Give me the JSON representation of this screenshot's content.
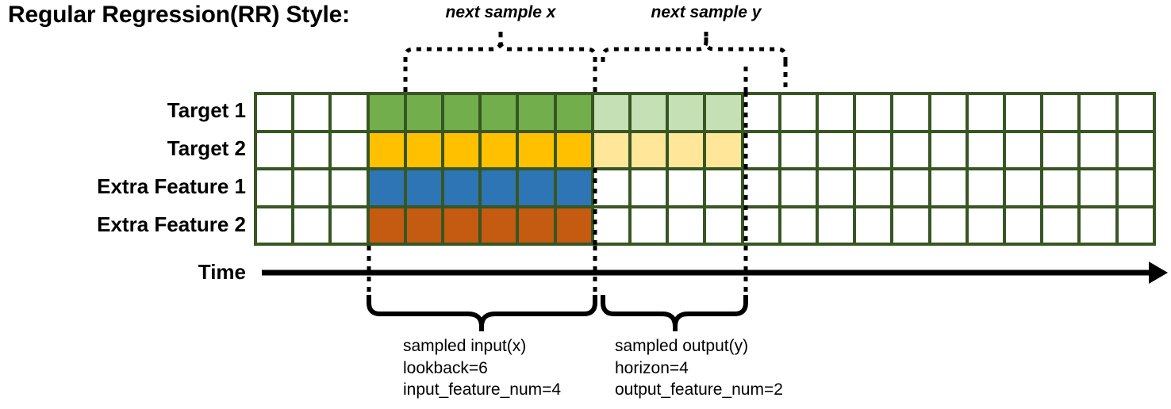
{
  "title": "Regular Regression(RR) Style:",
  "axis": {
    "time_label": "Time",
    "arrow": "right-arrow"
  },
  "rows": [
    {
      "label": "Target 1",
      "name": "target-1"
    },
    {
      "label": "Target 2",
      "name": "target-2"
    },
    {
      "label": "Extra Feature 1",
      "name": "extra-feature-1"
    },
    {
      "label": "Extra Feature 2",
      "name": "extra-feature-2"
    }
  ],
  "grid": {
    "columns": 24,
    "lead_blank_columns": 3,
    "input_columns": 6,
    "output_columns": 4,
    "trail_blank_columns": 11,
    "cells": [
      [
        "blank",
        "blank",
        "blank",
        "green",
        "green",
        "green",
        "green",
        "green",
        "green",
        "green-light",
        "green-light",
        "green-light",
        "green-light",
        "blank",
        "blank",
        "blank",
        "blank",
        "blank",
        "blank",
        "blank",
        "blank",
        "blank",
        "blank",
        "blank"
      ],
      [
        "blank",
        "blank",
        "blank",
        "amber",
        "amber",
        "amber",
        "amber",
        "amber",
        "amber",
        "amber-light",
        "amber-light",
        "amber-light",
        "amber-light",
        "blank",
        "blank",
        "blank",
        "blank",
        "blank",
        "blank",
        "blank",
        "blank",
        "blank",
        "blank",
        "blank"
      ],
      [
        "blank",
        "blank",
        "blank",
        "blue",
        "blue",
        "blue",
        "blue",
        "blue",
        "blue",
        "blank",
        "blank",
        "blank",
        "blank",
        "blank",
        "blank",
        "blank",
        "blank",
        "blank",
        "blank",
        "blank",
        "blank",
        "blank",
        "blank",
        "blank"
      ],
      [
        "blank",
        "blank",
        "blank",
        "orange",
        "orange",
        "orange",
        "orange",
        "orange",
        "orange",
        "blank",
        "blank",
        "blank",
        "blank",
        "blank",
        "blank",
        "blank",
        "blank",
        "blank",
        "blank",
        "blank",
        "blank",
        "blank",
        "blank",
        "blank"
      ]
    ]
  },
  "colors": {
    "grid_border": "#375623",
    "blank": "#FFFFFF",
    "green": "#72AE4C",
    "green-light": "#C5E0B4",
    "amber": "#FFC000",
    "amber-light": "#FFE699",
    "blue": "#2E75B6",
    "orange": "#C55A11",
    "annotation": "#000000"
  },
  "annotations": {
    "top": [
      {
        "text": "next sample x",
        "name": "next-sample-x-label"
      },
      {
        "text": "next sample y",
        "name": "next-sample-y-label"
      }
    ],
    "bottom": [
      {
        "name": "sampled-input-note",
        "lines": [
          "sampled input(x)",
          "lookback=6",
          "input_feature_num=4"
        ]
      },
      {
        "name": "sampled-output-note",
        "lines": [
          "sampled output(y)",
          "horizon=4",
          "output_feature_num=2"
        ]
      }
    ]
  }
}
